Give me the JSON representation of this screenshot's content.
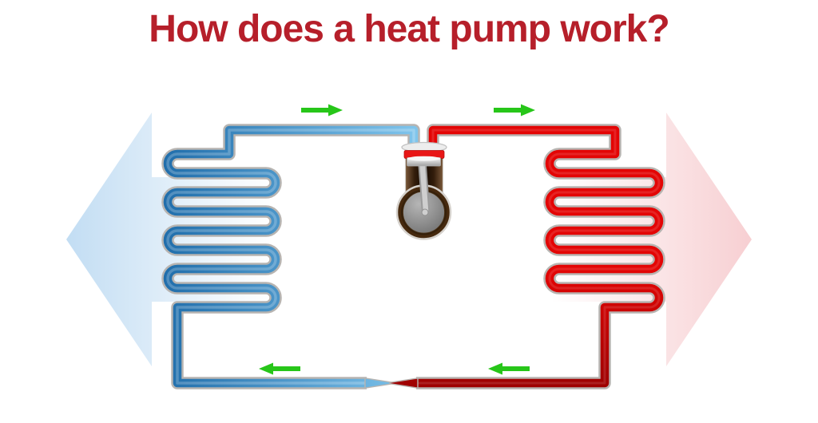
{
  "title": {
    "text": "How does a heat pump work?",
    "color": "#b61f2a"
  },
  "colors": {
    "pipe_outline": "#b7b4b1",
    "pipe_blue_dark": "#1d6ba9",
    "pipe_blue_light": "#82c7ee",
    "pipe_red_bright": "#e30505",
    "pipe_red_dark": "#9c0101",
    "cold_arrow_tip": "#c2ddf3",
    "cold_arrow_base": "#ffffff",
    "hot_arrow_tip": "#f7cfd2",
    "hot_arrow_base": "#ffffff",
    "flow_arrow": "#27c619",
    "compressor_band": "#e81616",
    "compressor_housing": "#46290e",
    "compressor_body_dark": "#150b03"
  },
  "diagram": {
    "cold_side_arrow": {
      "side": "left",
      "direction": "left"
    },
    "hot_side_arrow": {
      "side": "right",
      "direction": "right"
    },
    "flow_arrows": [
      {
        "position": "top-left",
        "direction": "right"
      },
      {
        "position": "top-right",
        "direction": "right"
      },
      {
        "position": "bottom-right",
        "direction": "left"
      },
      {
        "position": "bottom-left",
        "direction": "left"
      }
    ],
    "components": [
      {
        "name": "evaporator-coil",
        "side": "left",
        "pipe_color": "blue"
      },
      {
        "name": "compressor",
        "position": "top-center"
      },
      {
        "name": "condenser-coil",
        "side": "right",
        "pipe_color": "red"
      },
      {
        "name": "expansion-valve",
        "position": "bottom-center"
      }
    ]
  }
}
